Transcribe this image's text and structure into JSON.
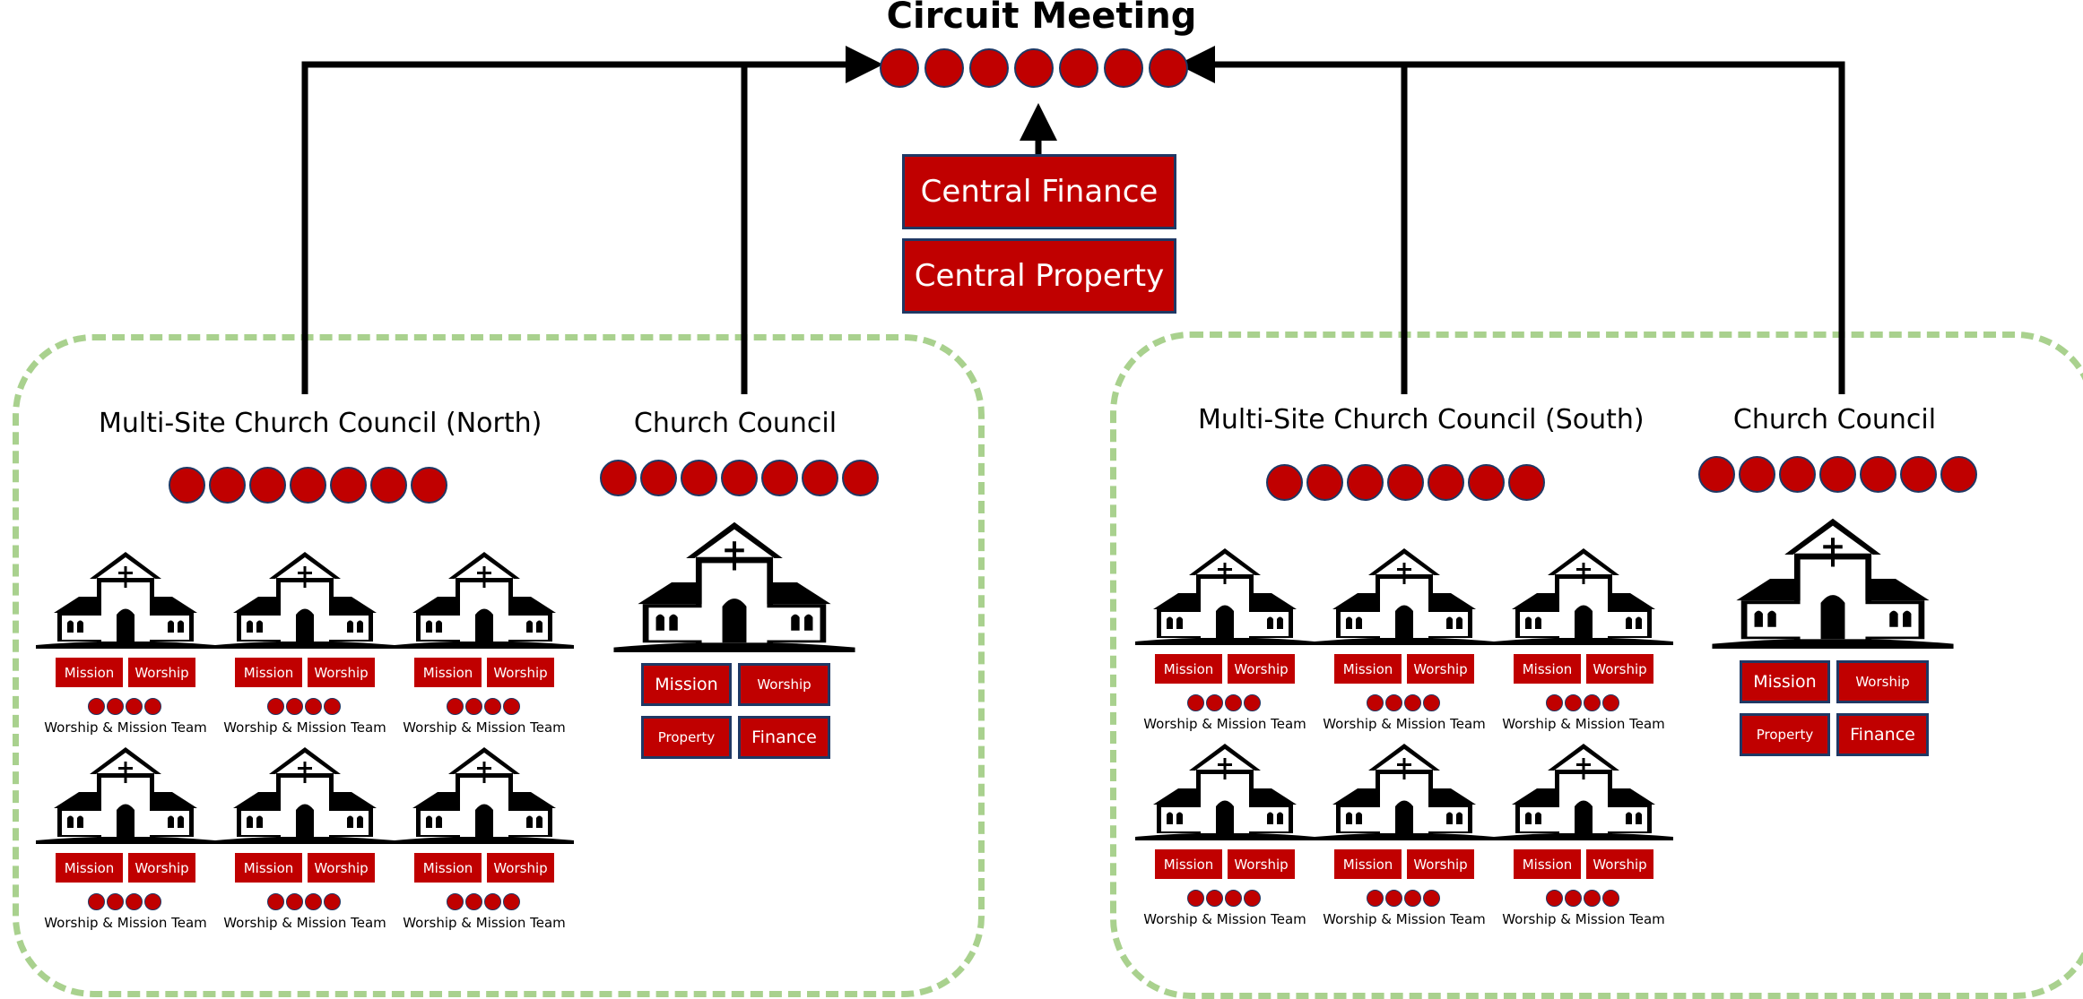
{
  "title": "Circuit Meeting",
  "central": {
    "finance_label": "Central Finance",
    "property_label": "Central Property"
  },
  "councils": {
    "north_multisite": "Multi-Site Church Council (North)",
    "north_single": "Church Council",
    "south_multisite": "Multi-Site Church Council (South)",
    "south_single": "Church Council"
  },
  "site_card": {
    "mission_label": "Mission",
    "worship_label": "Worship",
    "team_label": "Worship & Mission Team"
  },
  "single_church_committees": {
    "mission": "Mission",
    "worship": "Worship",
    "property": "Property",
    "finance": "Finance"
  },
  "colors": {
    "accent_red": "#c00000",
    "dot_border": "#1f3864",
    "region_border": "#a9d18e"
  },
  "icons": [
    "church-icon",
    "arrow-icon",
    "member-dot-icon"
  ]
}
